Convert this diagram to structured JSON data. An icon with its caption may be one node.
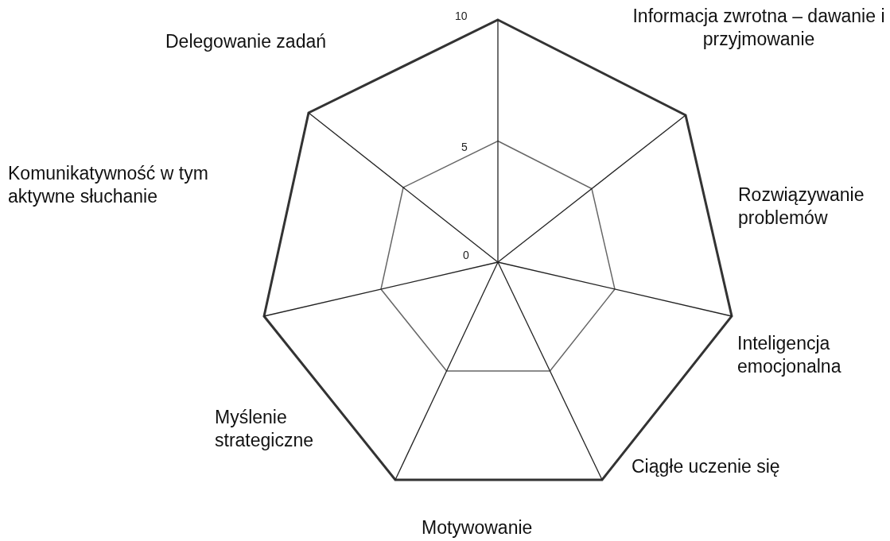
{
  "diagram": {
    "labels": [
      "10",
      "Delegowanie zadań",
      "Informacja zwrotna – dawanie i przyjmowanie",
      "5",
      "Komunikatywność w tym aktywne słuchanie",
      "Rozwiązywanie problemów",
      "0",
      "Inteligencja emocjonalna",
      "Myślenie strategiczne",
      "Ciągłe uczenie się",
      "Motywowanie"
    ]
  }
}
